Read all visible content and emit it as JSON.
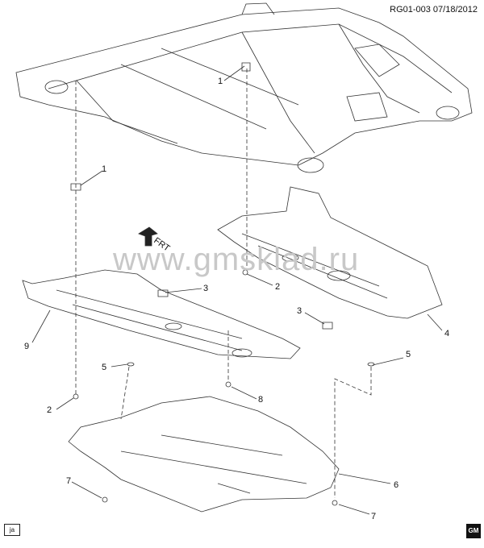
{
  "header": {
    "ref_code": "RG01-003  07/18/2012"
  },
  "watermark": "www.gmsklad.ru",
  "front_arrow_label": "FRT",
  "callouts": [
    "1",
    "1",
    "2",
    "2",
    "3",
    "3",
    "4",
    "5",
    "5",
    "6",
    "7",
    "7",
    "8",
    "9"
  ],
  "badges": {
    "left": "ja",
    "right": "GM"
  }
}
